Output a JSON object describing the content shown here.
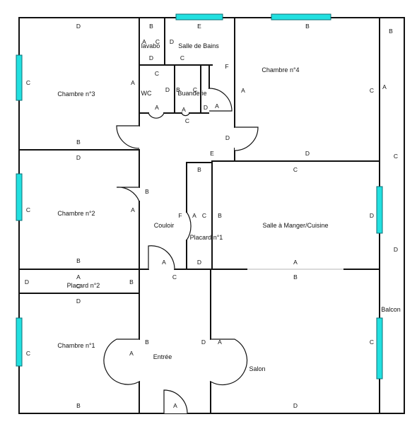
{
  "colors": {
    "wall": "#111111",
    "window": "#22e0e0",
    "background": "#ffffff"
  },
  "rooms": {
    "chambre3": "Chambre n°3",
    "lavabo": "lavabo",
    "salle_de_bains": "Salle de Bains",
    "chambre4": "Chambre n°4",
    "wc": "WC",
    "buanderie": "Buanderie",
    "chambre2": "Chambre n°2",
    "couloir": "Couloir",
    "placard1": "Placard n°1",
    "salle_manger": "Salle à Manger/Cuisine",
    "placard2": "Placard n°2",
    "chambre1": "Chambre n°1",
    "entree": "Entrée",
    "salon": "Salon",
    "balcon": "Balcon"
  },
  "wall_labels": [
    "A",
    "B",
    "C",
    "D",
    "E",
    "F"
  ]
}
